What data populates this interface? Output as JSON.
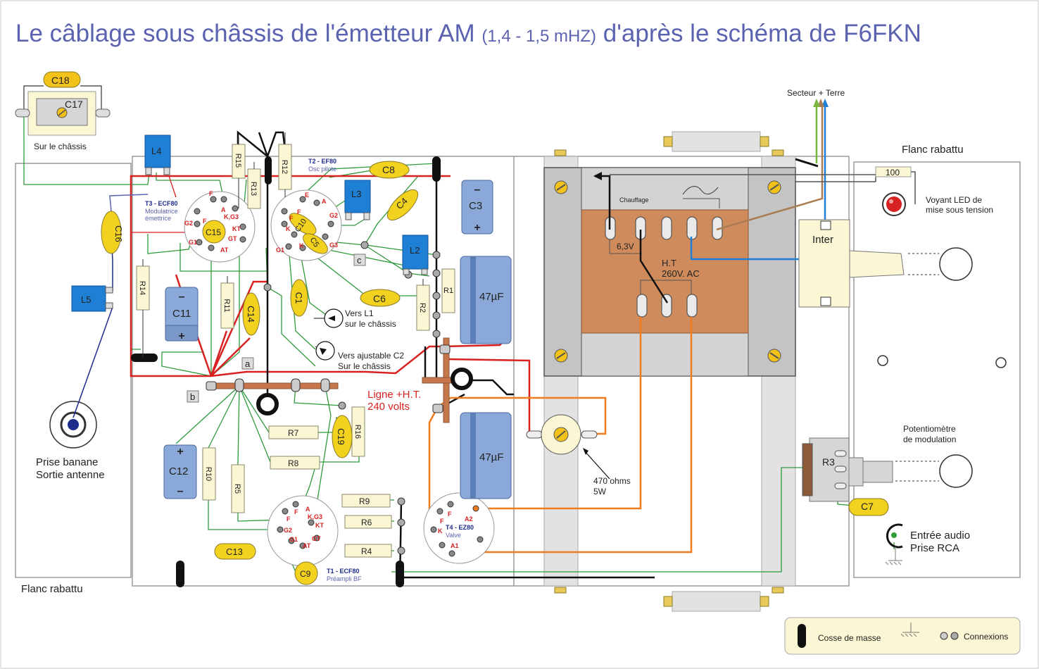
{
  "title": {
    "main_left": "Le câblage sous châssis de l'émetteur AM ",
    "small": "(1,4 - 1,5 mHZ)",
    "main_right": " d'après le schéma de F6FKN"
  },
  "labels": {
    "flanc_left": "Flanc rabattu",
    "flanc_right": "Flanc rabattu",
    "sur_chassis": "Sur le châssis",
    "secteur": "Secteur + Terre",
    "prise_banane_1": "Prise banane",
    "prise_banane_2": "Sortie antenne",
    "ligne_ht_1": "Ligne +H.T.",
    "ligne_ht_2": "240 volts",
    "vers_l1_1": "Vers L1",
    "vers_l1_2": "sur le châssis",
    "vers_c2_1": "Vers ajustable C2",
    "vers_c2_2": "Sur le châssis",
    "r470_1": "470 ohms",
    "r470_2": "5W",
    "chauffage": "Chauffage",
    "v63": "6,3V",
    "ht_1": "H.T",
    "ht_2": "260V. AC",
    "inter": "Inter",
    "voyant_1": "Voyant LED de",
    "voyant_2": "mise sous tension",
    "r100": "100",
    "potentiometre_1": "Potentiomètre",
    "potentiometre_2": "de modulation",
    "entree_1": "Entrée audio",
    "entree_2": "Prise RCA",
    "point_a": "a",
    "point_b": "b",
    "point_c": "c"
  },
  "tubes": {
    "t3_name": "T3 - ECF80",
    "t3_desc_1": "Modulatrice",
    "t3_desc_2": "émettrice",
    "t2_name": "T2 - EF80",
    "t2_desc": "Osc pilote",
    "t1_name": "T1 - ECF80",
    "t1_desc": "Préampli BF",
    "t4_name": "T4 - EZ80",
    "t4_desc": "Valve"
  },
  "pins": {
    "f": "F",
    "a": "A",
    "kg3": "K,G3",
    "kt": "KT",
    "gt": "GT",
    "at": "AT",
    "g1": "G1",
    "g2": "G2",
    "e": "E",
    "k": "K",
    "g3": "G3",
    "a1": "A1",
    "a2": "A2"
  },
  "components": {
    "c18": "C18",
    "c17": "C17",
    "l4": "L4",
    "l5": "L5",
    "c16": "C16",
    "r15": "R15",
    "r12": "R12",
    "r13": "R13",
    "r14": "R14",
    "r11": "R11",
    "c15": "C15",
    "c11": "C11",
    "c14": "C14",
    "c10": "C10",
    "c5": "C5",
    "c8": "C8",
    "l3": "L3",
    "c4": "C4",
    "c3": "C3",
    "l2": "L2",
    "c1": "C1",
    "c6": "C6",
    "r2": "R2",
    "r1": "R1",
    "cap47a": "47µF",
    "cap47b": "47µF",
    "r7": "R7",
    "r8": "R8",
    "r16": "R16",
    "c19": "C19",
    "c12": "C12",
    "r10": "R10",
    "r5": "R5",
    "r9": "R9",
    "r6": "R6",
    "r4": "R4",
    "c13": "C13",
    "c9": "C9",
    "r3": "R3",
    "c7": "C7"
  },
  "legend": {
    "masse": "Cosse de masse",
    "connexions": "Connexions"
  }
}
